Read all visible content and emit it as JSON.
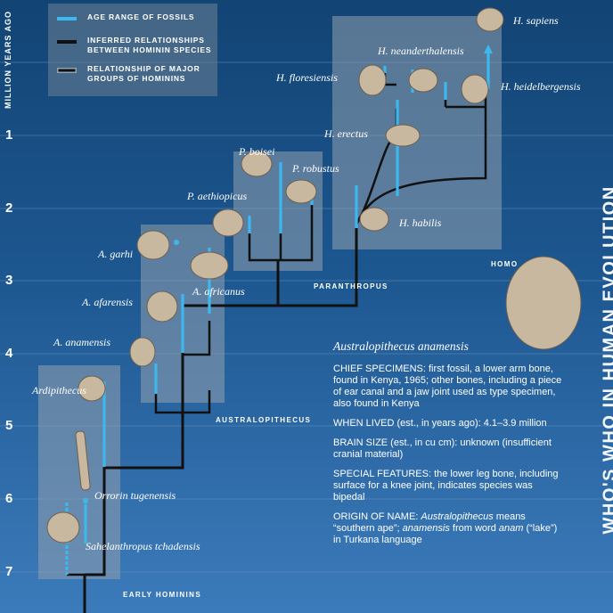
{
  "axis": {
    "title": "MILLION YEARS AGO",
    "ticks": [
      "1",
      "2",
      "3",
      "4",
      "5",
      "6",
      "7"
    ]
  },
  "legend": {
    "items": [
      {
        "label": "AGE RANGE OF FOSSILS",
        "color": "#3db8ee"
      },
      {
        "label": "INFERRED RELATIONSHIPS BETWEEN HOMININ SPECIES",
        "color": "#111111"
      },
      {
        "label": "RELATIONSHIP OF MAJOR GROUPS OF HOMININS",
        "color": "#111111"
      }
    ]
  },
  "groups": [
    "HOMO",
    "PARANTHROPUS",
    "AUSTRALOPITHECUS",
    "EARLY HOMININS"
  ],
  "species": [
    "H. sapiens",
    "H. neanderthalensis",
    "H. floresiensis",
    "H. heidelbergensis",
    "H. erectus",
    "H. habilis",
    "P. boisei",
    "P. robustus",
    "P. aethiopicus",
    "A. garhi",
    "A. africanus",
    "A. afarensis",
    "A. anamensis",
    "Ardipithecus",
    "Orrorin tugenensis",
    "Sahelanthropus tchadensis"
  ],
  "side_title": "WHO'S WHO IN HUMAN EVOLUTION",
  "info": {
    "title": "Australopithecus anamensis",
    "chief_specimens": "CHIEF SPECIMENS: first fossil, a lower arm bone, found in Kenya, 1965; other bones, including a piece of ear canal and a jaw joint used as type specimen, also found in Kenya",
    "when_lived": "WHEN LIVED (est., in years ago): 4.1–3.9 million",
    "brain_size": "BRAIN SIZE (est., in cu cm): unknown (insufficient cranial material)",
    "special_features": "SPECIAL FEATURES: the lower leg bone, including surface for a knee joint, indicates species was bipedal",
    "origin_prefix": "ORIGIN OF NAME: ",
    "origin_genus": "Australopithecus",
    "origin_mid1": " means “southern ape”; ",
    "origin_species": "anamensis",
    "origin_mid2": " from word ",
    "origin_word": "anam",
    "origin_suffix": " (“lake”) in Turkana language"
  },
  "colors": {
    "accent": "#3db8ee",
    "line": "#111111"
  }
}
